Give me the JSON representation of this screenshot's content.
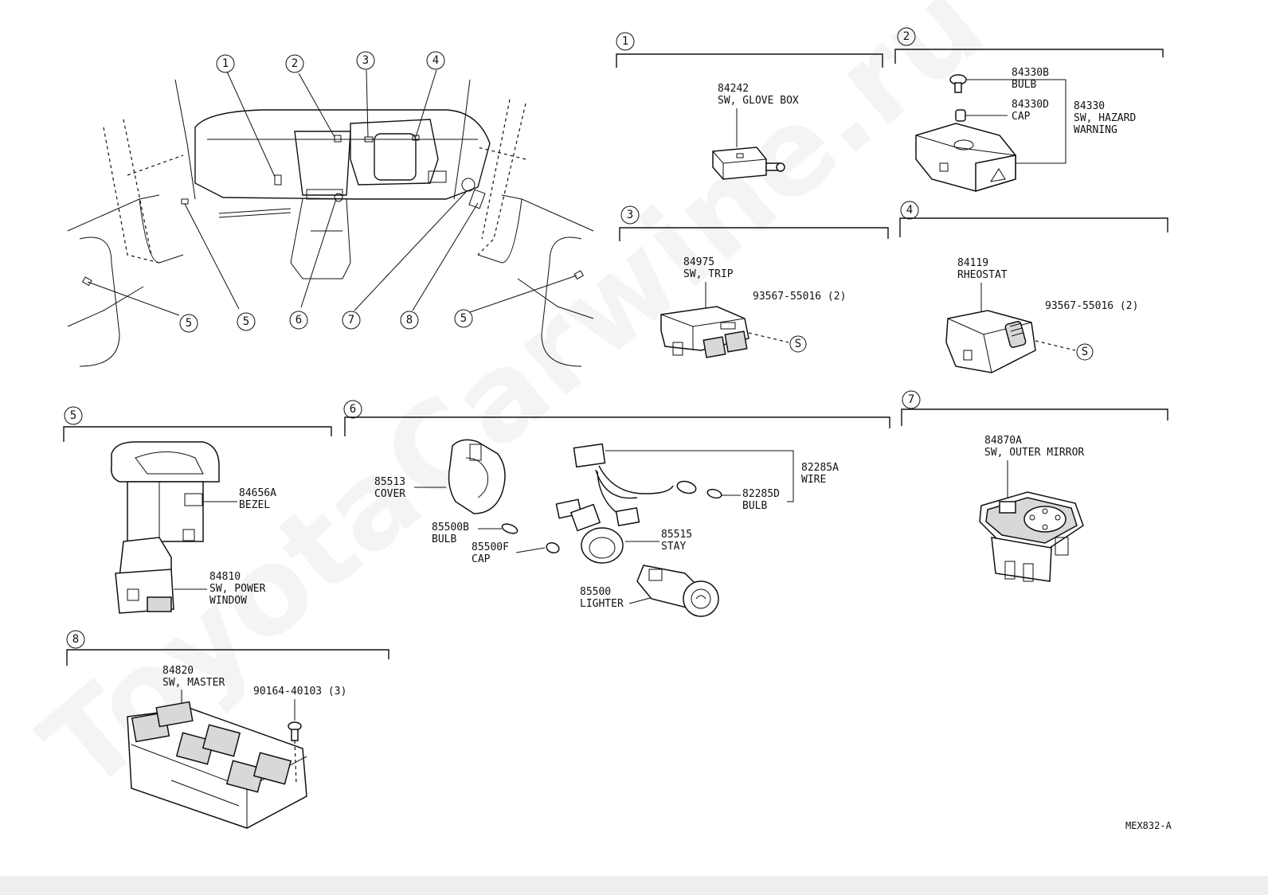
{
  "watermark": "ToyotaCarwine.ru",
  "diagram_code": "MEX832-A",
  "overview": {
    "callouts": [
      "1",
      "2",
      "3",
      "4",
      "5",
      "5",
      "6",
      "7",
      "8",
      "5"
    ]
  },
  "sections": [
    {
      "id": "1",
      "parts": [
        {
          "number": "84242",
          "name": "SW, GLOVE BOX"
        }
      ]
    },
    {
      "id": "2",
      "parts": [
        {
          "number": "84330B",
          "name": "BULB"
        },
        {
          "number": "84330D",
          "name": "CAP"
        },
        {
          "number": "84330",
          "name": "SW, HAZARD",
          "name2": "WARNING"
        }
      ]
    },
    {
      "id": "3",
      "parts": [
        {
          "number": "84975",
          "name": "SW, TRIP"
        },
        {
          "number": "93567-55016 (2)"
        }
      ]
    },
    {
      "id": "4",
      "parts": [
        {
          "number": "84119",
          "name": "RHEOSTAT"
        },
        {
          "number": "93567-55016 (2)"
        }
      ]
    },
    {
      "id": "5",
      "parts": [
        {
          "number": "84656A",
          "name": "BEZEL"
        },
        {
          "number": "84810",
          "name": "SW, POWER",
          "name2": "WINDOW"
        }
      ]
    },
    {
      "id": "6",
      "parts": [
        {
          "number": "85513",
          "name": "COVER"
        },
        {
          "number": "85500B",
          "name": "BULB"
        },
        {
          "number": "85500F",
          "name": "CAP"
        },
        {
          "number": "82285A",
          "name": "WIRE"
        },
        {
          "number": "82285D",
          "name": "BULB"
        },
        {
          "number": "85515",
          "name": "STAY"
        },
        {
          "number": "85500",
          "name": "LIGHTER"
        }
      ]
    },
    {
      "id": "7",
      "parts": [
        {
          "number": "84870A",
          "name": "SW, OUTER MIRROR"
        }
      ]
    },
    {
      "id": "8",
      "parts": [
        {
          "number": "84820",
          "name": "SW, MASTER"
        },
        {
          "number": "90164-40103 (3)"
        }
      ]
    }
  ],
  "screw_symbol": "S"
}
